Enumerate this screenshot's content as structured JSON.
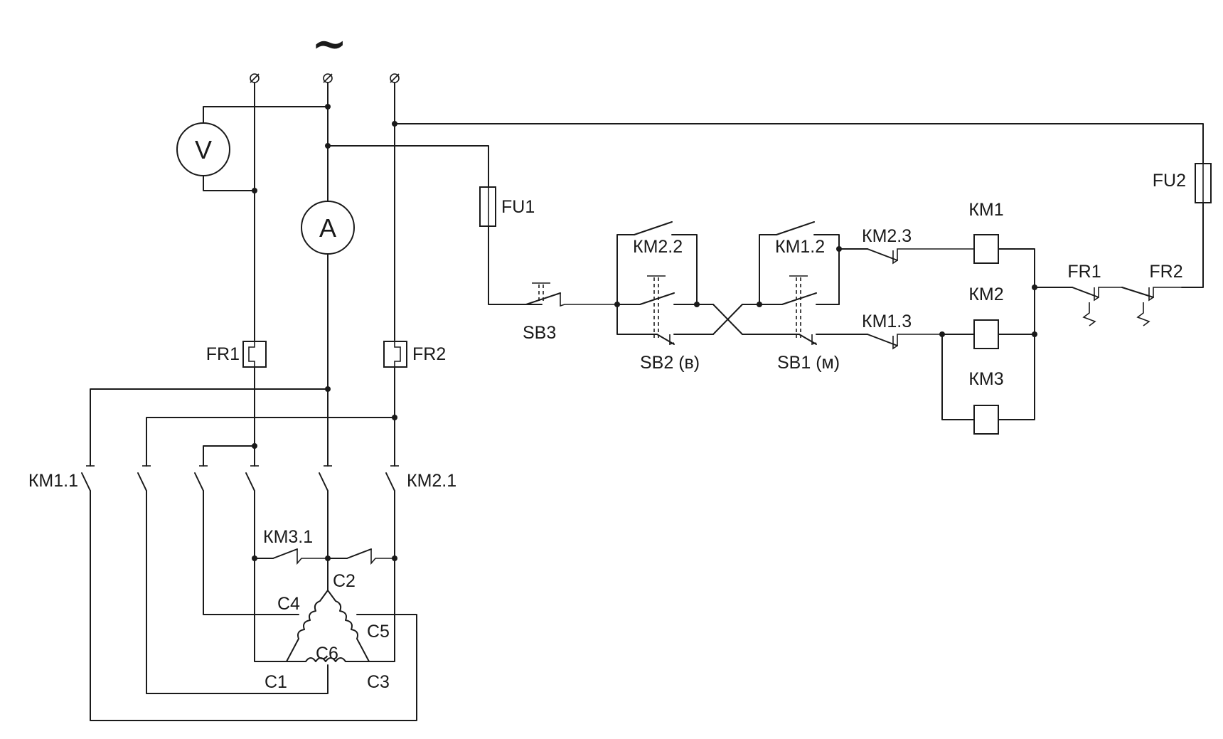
{
  "supply": {
    "symbol": "~"
  },
  "meters": {
    "voltmeter": "V",
    "ammeter": "A"
  },
  "labels": {
    "fu1": "FU1",
    "fu2": "FU2",
    "fr1_power": "FR1",
    "fr2_power": "FR2",
    "km1_1": "КМ1.1",
    "km2_1": "КМ2.1",
    "km3_1": "КМ3.1",
    "c1": "C1",
    "c2": "C2",
    "c3": "C3",
    "c4": "C4",
    "c5": "C5",
    "c6": "C6",
    "sb3": "SB3",
    "sb2": "SB2 (в)",
    "sb1": "SB1 (м)",
    "km2_2": "КМ2.2",
    "km1_2": "КМ1.2",
    "km2_3": "КМ2.3",
    "km1_3": "КМ1.3",
    "km1_coil": "КМ1",
    "km2_coil": "КМ2",
    "km3_coil": "КМ3",
    "fr1_contact": "FR1",
    "fr2_contact": "FR2"
  }
}
